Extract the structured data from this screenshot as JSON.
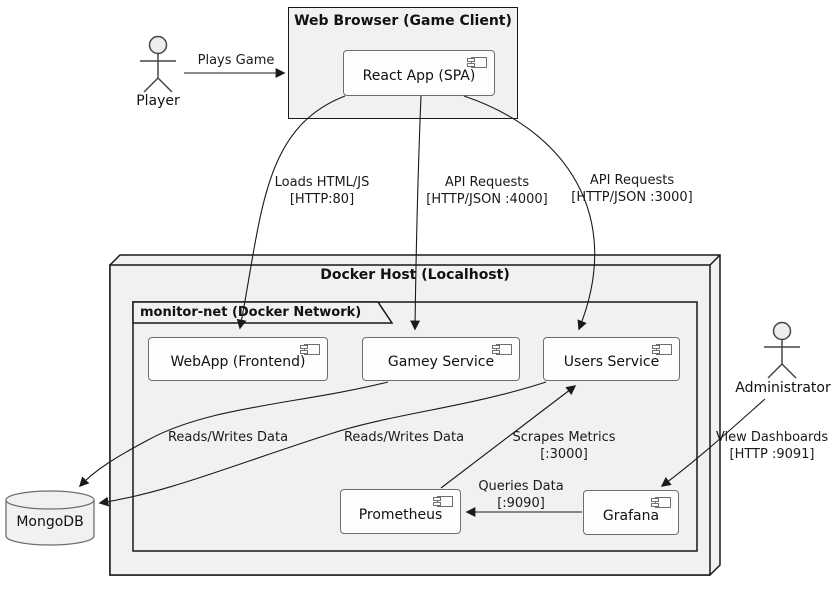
{
  "diagram": {
    "actors": {
      "player": {
        "label": "Player"
      },
      "administrator": {
        "label": "Administrator"
      }
    },
    "containers": {
      "web_browser": {
        "title": "Web Browser (Game Client)"
      },
      "docker_host": {
        "title": "Docker Host (Localhost)"
      },
      "monitor_net": {
        "title": "monitor-net (Docker Network)"
      }
    },
    "components": {
      "react_app": {
        "label": "React App (SPA)"
      },
      "webapp": {
        "label": "WebApp (Frontend)"
      },
      "gamey": {
        "label": "Gamey Service"
      },
      "users": {
        "label": "Users Service"
      },
      "prometheus": {
        "label": "Prometheus"
      },
      "grafana": {
        "label": "Grafana"
      }
    },
    "databases": {
      "mongodb": {
        "label": "MongoDB"
      }
    },
    "edges": {
      "plays_game": {
        "label": "Plays Game"
      },
      "loads_html": {
        "label": "Loads HTML/JS",
        "detail": "[HTTP:80]"
      },
      "api_requests_4000": {
        "label": "API Requests",
        "detail": "[HTTP/JSON :4000]"
      },
      "api_requests_3000": {
        "label": "API Requests",
        "detail": "[HTTP/JSON :3000]"
      },
      "reads_writes_1": {
        "label": "Reads/Writes Data"
      },
      "reads_writes_2": {
        "label": "Reads/Writes Data"
      },
      "scrapes_metrics": {
        "label": "Scrapes Metrics",
        "detail": "[:3000]"
      },
      "queries_data": {
        "label": "Queries Data",
        "detail": "[:9090]"
      },
      "view_dashboards": {
        "label": "View Dashboards",
        "detail": "[HTTP :9091]"
      }
    },
    "colors": {
      "container_fill": "#f1f1f1",
      "container_border": "#181818",
      "component_fill": "#fefefe",
      "component_border": "#6e6e6e",
      "edge": "#1a1a1a",
      "actor_fill": "#eeeeee"
    }
  }
}
